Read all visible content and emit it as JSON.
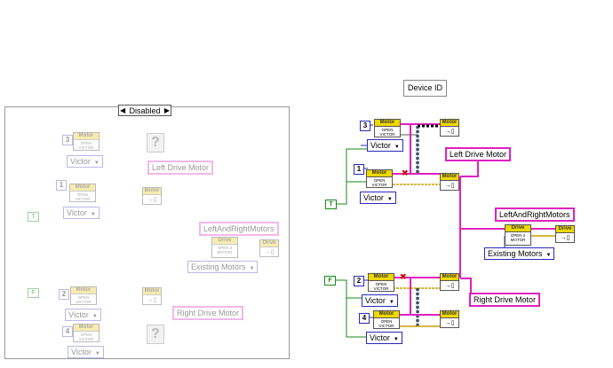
{
  "case_selector": {
    "label": "Disabled",
    "left_arrow": "◀",
    "right_arrow": "▶"
  },
  "device_id_label": "Device ID",
  "numbers": {
    "n1": "1",
    "n2": "2",
    "n3": "3",
    "n4": "4"
  },
  "booleans": {
    "t": "T",
    "f": "F"
  },
  "vi_header_motor": "Motor",
  "vi_header_drive": "Drive",
  "vi_open_victor": "OPEN VICTOR",
  "vi_open_2motor": "OPEN 2 MOTOR",
  "vi_write_glyph": "→▯",
  "enum_victor": "Victor",
  "enum_existing": "Existing Motors",
  "dropdown_glyph": "▼",
  "question_glyph": "?",
  "refs": {
    "left_drive": "Left Drive Motor",
    "right_drive": "Right Drive Motor",
    "left_and_right": "LeftAndRightMotors"
  },
  "error_glyph": "✖",
  "colors": {
    "ref_wire": "#e020c0",
    "error_wire": "#c8a000",
    "enum_wire": "#2a2ab5",
    "bool_wire": "#1a8a1a",
    "vi_header": "#f0d800"
  }
}
